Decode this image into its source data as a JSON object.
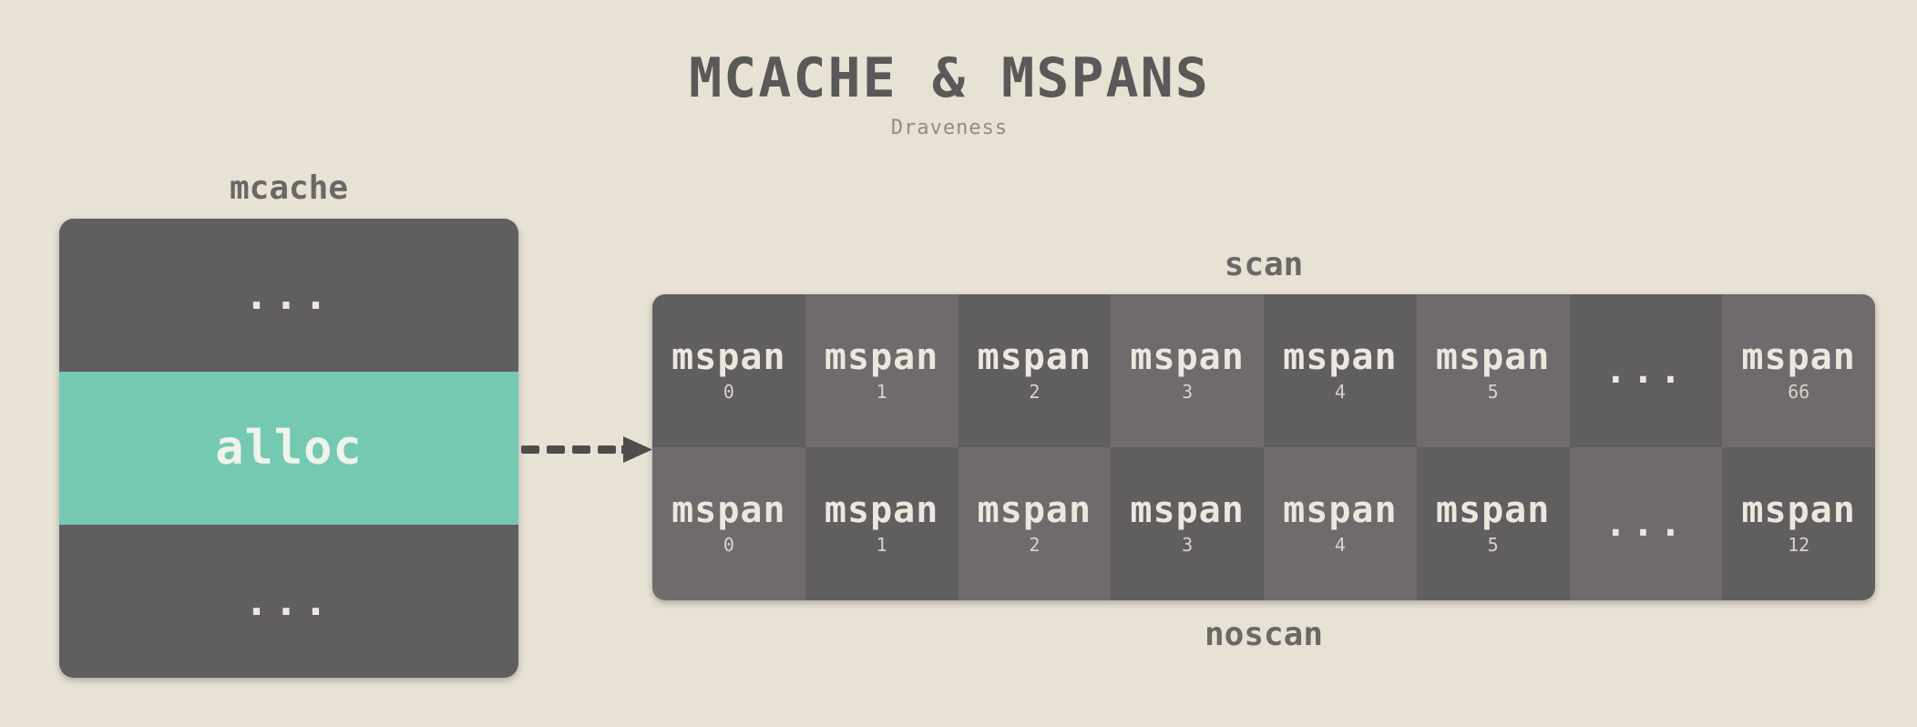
{
  "title": "MCACHE & MSPANS",
  "subtitle": "Draveness",
  "mcache": {
    "label": "mcache",
    "rows": [
      "...",
      "alloc",
      "..."
    ]
  },
  "scan": {
    "label": "scan",
    "cells": [
      {
        "name": "mspan",
        "num": "0"
      },
      {
        "name": "mspan",
        "num": "1"
      },
      {
        "name": "mspan",
        "num": "2"
      },
      {
        "name": "mspan",
        "num": "3"
      },
      {
        "name": "mspan",
        "num": "4"
      },
      {
        "name": "mspan",
        "num": "5"
      },
      {
        "name": "...",
        "num": ""
      },
      {
        "name": "mspan",
        "num": "66"
      }
    ]
  },
  "noscan": {
    "label": "noscan",
    "cells": [
      {
        "name": "mspan",
        "num": "0"
      },
      {
        "name": "mspan",
        "num": "1"
      },
      {
        "name": "mspan",
        "num": "2"
      },
      {
        "name": "mspan",
        "num": "3"
      },
      {
        "name": "mspan",
        "num": "4"
      },
      {
        "name": "mspan",
        "num": "5"
      },
      {
        "name": "...",
        "num": ""
      },
      {
        "name": "mspan",
        "num": "12"
      }
    ]
  },
  "colors": {
    "background": "#e8e2d4",
    "box_dark": "#615e60",
    "box_light": "#6f6b6c",
    "alloc": "#75c9b2",
    "arrow": "#4f4c4e"
  }
}
